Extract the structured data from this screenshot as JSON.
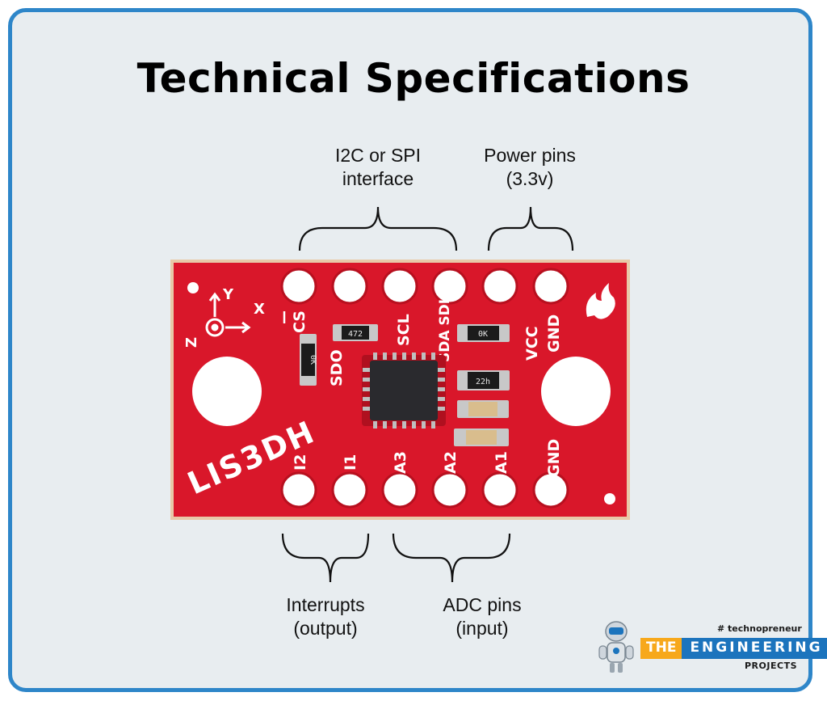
{
  "title": "Technical Specifications",
  "callouts": {
    "i2c_spi": [
      "I2C or SPI",
      "interface"
    ],
    "power": [
      "Power pins",
      "(3.3v)"
    ],
    "interrupts": [
      "Interrupts",
      "(output)"
    ],
    "adc": [
      "ADC pins",
      "(input)"
    ]
  },
  "board": {
    "name": "LIS3DH",
    "top_pins": [
      "CS",
      "SDO",
      "SCL",
      "SDA SDI",
      "VCC",
      "GND"
    ],
    "bottom_pins": [
      "I2",
      "I1",
      "A3",
      "A2",
      "A1",
      "GND"
    ],
    "axes": [
      "Y",
      "X",
      "Z"
    ],
    "resistors": [
      "472",
      "0K",
      "0K",
      "22h"
    ],
    "colors": {
      "pcb": "#d9172a",
      "pad": "#ffffff",
      "silk": "#ffffff"
    }
  },
  "brand": {
    "hashtag": "# technopreneur",
    "the": "THE",
    "engineering": "ENGINEERING",
    "projects": "PROJECTS"
  }
}
